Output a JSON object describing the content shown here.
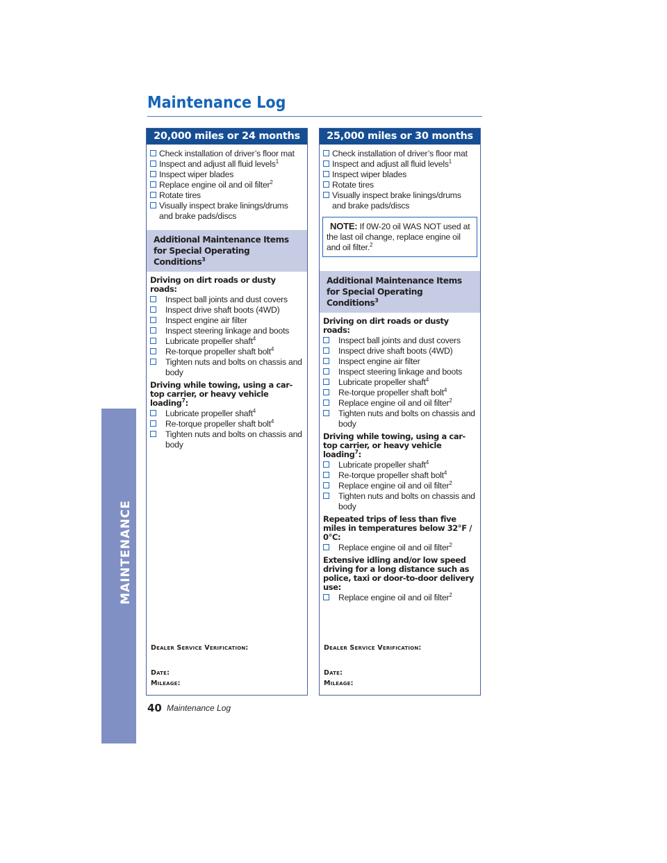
{
  "page": {
    "title": "Maintenance Log",
    "side_tab": "MAINTENANCE",
    "page_number": "40",
    "footer_label": "Maintenance Log"
  },
  "left": {
    "header": "20,000 miles or 24 months",
    "items": [
      {
        "text": "Check installation of driver’s floor mat",
        "sup": ""
      },
      {
        "text": "Inspect and adjust all fluid levels",
        "sup": "1"
      },
      {
        "text": "Inspect wiper blades",
        "sup": ""
      },
      {
        "text": "Replace engine oil and oil filter",
        "sup": "2"
      },
      {
        "text": "Rotate tires",
        "sup": ""
      },
      {
        "text": "Visually inspect brake linings/drums and brake pads/discs",
        "sup": ""
      }
    ],
    "special_title": "Additional Maintenance Items for Special Operating Conditions",
    "special_sup": "3",
    "conditions": [
      {
        "heading": "Driving on dirt roads or dusty roads:",
        "heading_sup": "",
        "heading_tail": "",
        "items": [
          {
            "text": "Inspect ball joints and dust covers",
            "sup": ""
          },
          {
            "text": "Inspect drive shaft boots (4WD)",
            "sup": ""
          },
          {
            "text": "Inspect engine air filter",
            "sup": ""
          },
          {
            "text": "Inspect steering linkage and boots",
            "sup": ""
          },
          {
            "text": "Lubricate propeller shaft",
            "sup": "4"
          },
          {
            "text": "Re-torque propeller shaft bolt",
            "sup": "4"
          },
          {
            "text": "Tighten nuts and bolts on chassis and body",
            "sup": ""
          }
        ]
      },
      {
        "heading": "Driving while towing, using a car-top carrier, or heavy vehicle loading",
        "heading_sup": "7",
        "heading_tail": ":",
        "items": [
          {
            "text": "Lubricate propeller shaft",
            "sup": "4"
          },
          {
            "text": "Re-torque propeller shaft bolt",
            "sup": "4"
          },
          {
            "text": "Tighten nuts and bolts on chassis and body",
            "sup": ""
          }
        ]
      }
    ],
    "dealer_verification": "Dealer Service Verification:",
    "date_label": "Date:",
    "mileage_label": "Mileage:"
  },
  "right": {
    "header": "25,000 miles or 30 months",
    "items": [
      {
        "text": "Check installation of driver’s floor mat",
        "sup": ""
      },
      {
        "text": "Inspect and adjust all fluid levels",
        "sup": "1"
      },
      {
        "text": "Inspect wiper blades",
        "sup": ""
      },
      {
        "text": "Rotate tires",
        "sup": ""
      },
      {
        "text": "Visually inspect brake linings/drums and brake pads/discs",
        "sup": ""
      }
    ],
    "note_label": "NOTE:",
    "note_text": "If 0W-20 oil WAS NOT used at the last oil change, replace engine oil and oil filter.",
    "note_sup": "2",
    "special_title": "Additional Maintenance Items for Special Operating Conditions",
    "special_sup": "3",
    "conditions": [
      {
        "heading": "Driving on dirt roads or dusty roads:",
        "heading_sup": "",
        "heading_tail": "",
        "items": [
          {
            "text": "Inspect ball joints and dust covers",
            "sup": ""
          },
          {
            "text": "Inspect drive shaft boots (4WD)",
            "sup": ""
          },
          {
            "text": "Inspect engine air filter",
            "sup": ""
          },
          {
            "text": "Inspect steering linkage and boots",
            "sup": ""
          },
          {
            "text": "Lubricate propeller shaft",
            "sup": "4"
          },
          {
            "text": "Re-torque propeller shaft bolt",
            "sup": "4"
          },
          {
            "text": "Replace engine oil and oil filter",
            "sup": "2"
          },
          {
            "text": "Tighten nuts and bolts on chassis and body",
            "sup": ""
          }
        ]
      },
      {
        "heading": "Driving while towing, using a car-top carrier, or heavy vehicle loading",
        "heading_sup": "7",
        "heading_tail": ":",
        "items": [
          {
            "text": "Lubricate propeller shaft",
            "sup": "4"
          },
          {
            "text": "Re-torque propeller shaft bolt",
            "sup": "4"
          },
          {
            "text": "Replace engine oil and oil filter",
            "sup": "2"
          },
          {
            "text": "Tighten nuts and bolts on chassis and body",
            "sup": ""
          }
        ]
      },
      {
        "heading": "Repeated trips of less than five miles in temperatures below 32°F / 0°C:",
        "heading_sup": "",
        "heading_tail": "",
        "items": [
          {
            "text": "Replace engine oil and oil filter",
            "sup": "2"
          }
        ]
      },
      {
        "heading": "Extensive idling and/or low speed driving for a long distance such as police, taxi or door-to-door delivery use:",
        "heading_sup": "",
        "heading_tail": "",
        "items": [
          {
            "text": "Replace engine oil and oil filter",
            "sup": "2"
          }
        ]
      }
    ],
    "dealer_verification": "Dealer Service Verification:",
    "date_label": "Date:",
    "mileage_label": "Mileage:"
  },
  "colors": {
    "title_blue": "#1565b8",
    "header_navy": "#164e93",
    "special_box_bg": "#c5cce4",
    "side_tab_bg": "#8090c4",
    "checkbox_blue": "#1f66b8"
  }
}
